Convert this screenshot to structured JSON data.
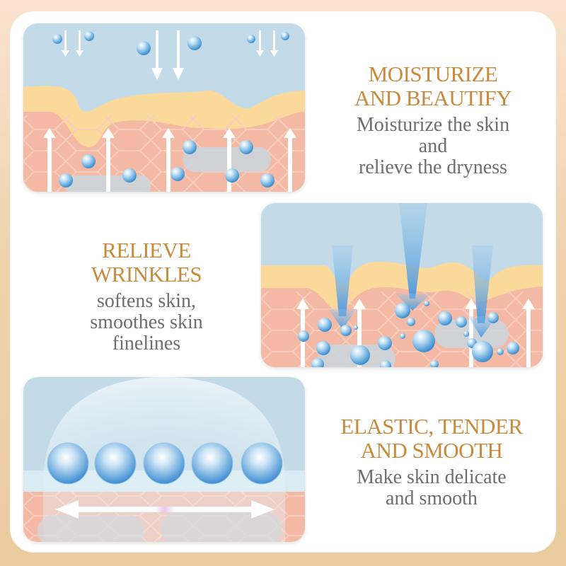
{
  "colors": {
    "background_top": "#f9e3cf",
    "background_bottom": "#ebcc9f",
    "title": "#c98a3c",
    "description": "#6e6e6e",
    "water": "#c3dbe8",
    "oil_layer": "#fbd99a",
    "skin": "#f3b9a4"
  },
  "sections": [
    {
      "title_line1": "MOISTURIZE",
      "title_line2": "AND BEAUTIFY",
      "desc_line1": "Moisturize the skin",
      "desc_line2": "and",
      "desc_line3": "relieve the dryness",
      "illustration": "moisture-penetration-diagram"
    },
    {
      "title_line1": "RELIEVE",
      "title_line2": "WRINKLES",
      "desc_line1": "softens skin,",
      "desc_line2": "smoothes skin",
      "desc_line3": "finelines",
      "illustration": "deep-hydration-diagram"
    },
    {
      "title_line1": "ELASTIC, TENDER",
      "title_line2": "AND SMOOTH",
      "desc_line1": "Make skin delicate",
      "desc_line2": "and smooth",
      "illustration": "smooth-skin-barrier-diagram"
    }
  ]
}
